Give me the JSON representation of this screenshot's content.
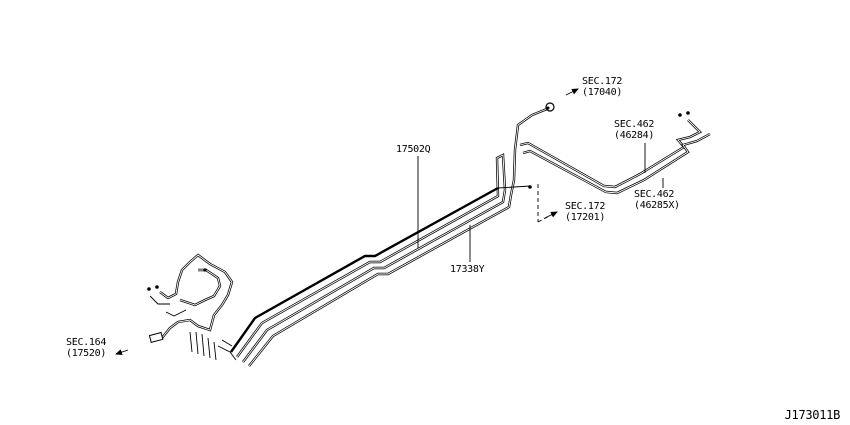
{
  "diagram": {
    "drawing_number": "J173011B",
    "callouts": {
      "part_tube_main": "17502Q",
      "part_tube_return": "17338Y",
      "ref_172_upper": {
        "sec": "SEC.172",
        "num": "(17040)"
      },
      "ref_172_lower": {
        "sec": "SEC.172",
        "num": "(17201)"
      },
      "ref_462_upper": {
        "sec": "SEC.462",
        "num": "(46284)"
      },
      "ref_462_lower": {
        "sec": "SEC.462",
        "num": "(46285X)"
      },
      "ref_164": {
        "sec": "SEC.164",
        "num": "(17520)"
      }
    }
  }
}
